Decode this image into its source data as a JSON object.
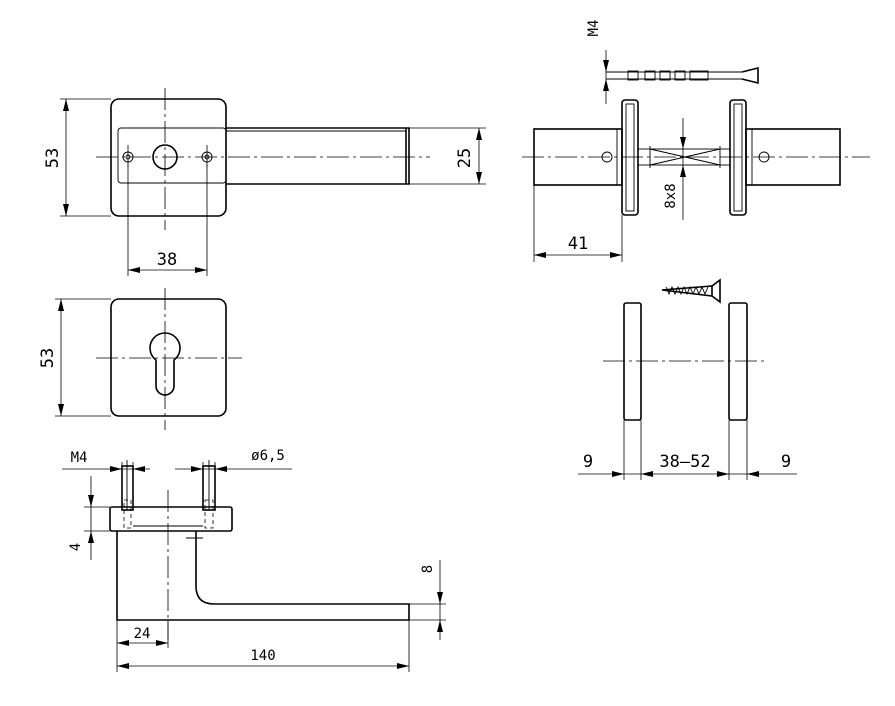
{
  "dimensions": {
    "rose_height_top": "53",
    "lever_width": "25",
    "rose_pitch": "38",
    "side_projection": "41",
    "spindle_size": "8x8",
    "screw_thread_top": "M4",
    "rose_height_escutcheon": "53",
    "plate_left": "9",
    "door_thickness": "38–52",
    "plate_right": "9",
    "screw_thread_section": "M4",
    "hole_diameter": "ø6,5",
    "rose_thickness": "4",
    "lever_offset": "24",
    "lever_thickness": "8",
    "lever_length": "140"
  }
}
